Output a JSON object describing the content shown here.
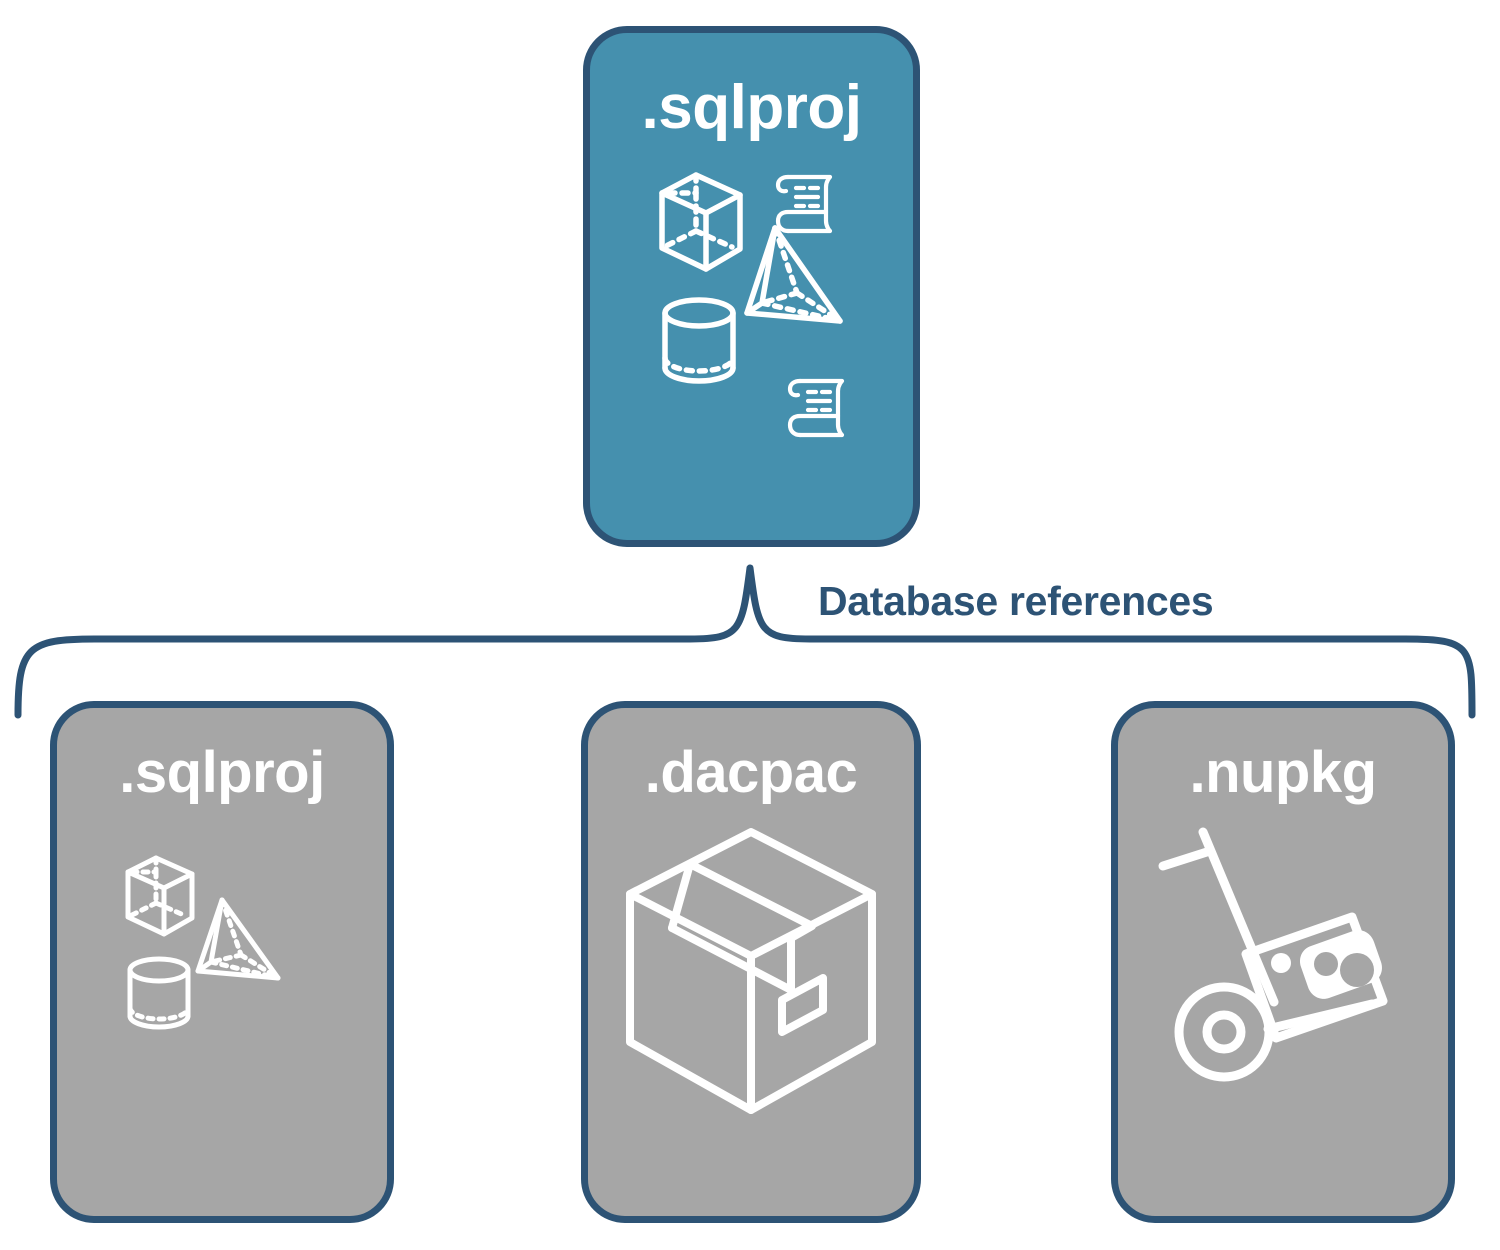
{
  "diagram": {
    "title_label": "Database references",
    "colors": {
      "accent_blue": "#4590ae",
      "border_navy": "#2d5375",
      "neutral_gray": "#a6a6a6",
      "icon_white": "#ffffff",
      "background": "#ffffff"
    },
    "root_node": {
      "label": ".sqlproj",
      "fill": "#4590ae",
      "icons": [
        "cube-icon",
        "pyramid-icon",
        "cylinder-icon",
        "scroll-icon",
        "scroll-icon"
      ]
    },
    "connector": {
      "type": "curly-brace",
      "label": "Database references",
      "label_color": "#2d5375"
    },
    "reference_nodes": [
      {
        "label": ".sqlproj",
        "fill": "#a6a6a6",
        "icons": [
          "cube-icon",
          "pyramid-icon",
          "cylinder-icon"
        ]
      },
      {
        "label": ".dacpac",
        "fill": "#a6a6a6",
        "icons": [
          "package-box-icon"
        ]
      },
      {
        "label": ".nupkg",
        "fill": "#a6a6a6",
        "icons": [
          "hand-truck-icon"
        ]
      }
    ]
  }
}
